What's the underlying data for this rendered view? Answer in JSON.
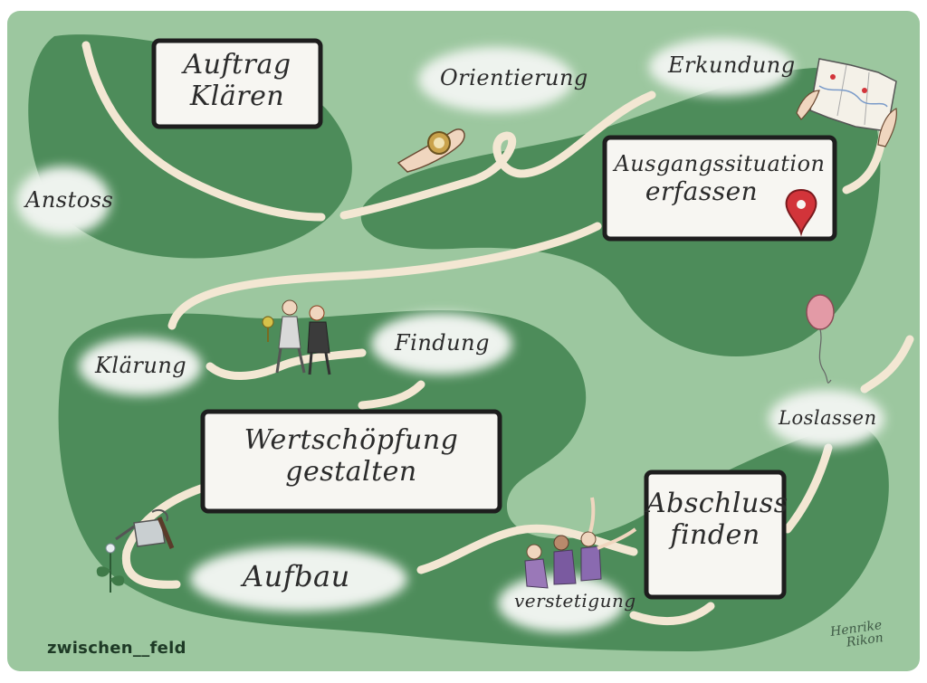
{
  "colors": {
    "background": "#9cc79f",
    "dark_field": "#4d8c5a",
    "path": "#f3e7d3",
    "box_fill": "#f7f6f2",
    "box_border": "#1e1e1e",
    "cloud": "#eef3ee",
    "marker": "#d2343a"
  },
  "clouds": {
    "anstoss": "Anstoss",
    "orientierung": "Orientierung",
    "erkundung": "Erkundung",
    "klaerung": "Klärung",
    "findung": "Findung",
    "aufbau": "Aufbau",
    "verstetigung": "verstetigung",
    "loslassen": "Loslassen"
  },
  "boxes": {
    "auftrag": [
      "Auftrag",
      "Klären"
    ],
    "ausgangssituation": [
      "Ausgangssituation",
      "erfassen"
    ],
    "wertschoepfung": [
      "Wertschöpfung",
      "gestalten"
    ],
    "abschluss": [
      "Abschluss",
      "finden"
    ]
  },
  "brand": "zwischen__feld",
  "signature": [
    "Henrike",
    "Rikon"
  ],
  "icons": [
    "compass-icon",
    "map-icon",
    "location-pin-icon",
    "balloon-icon",
    "people-icon",
    "watering-can-icon",
    "flower-icon",
    "group-hug-icon"
  ]
}
